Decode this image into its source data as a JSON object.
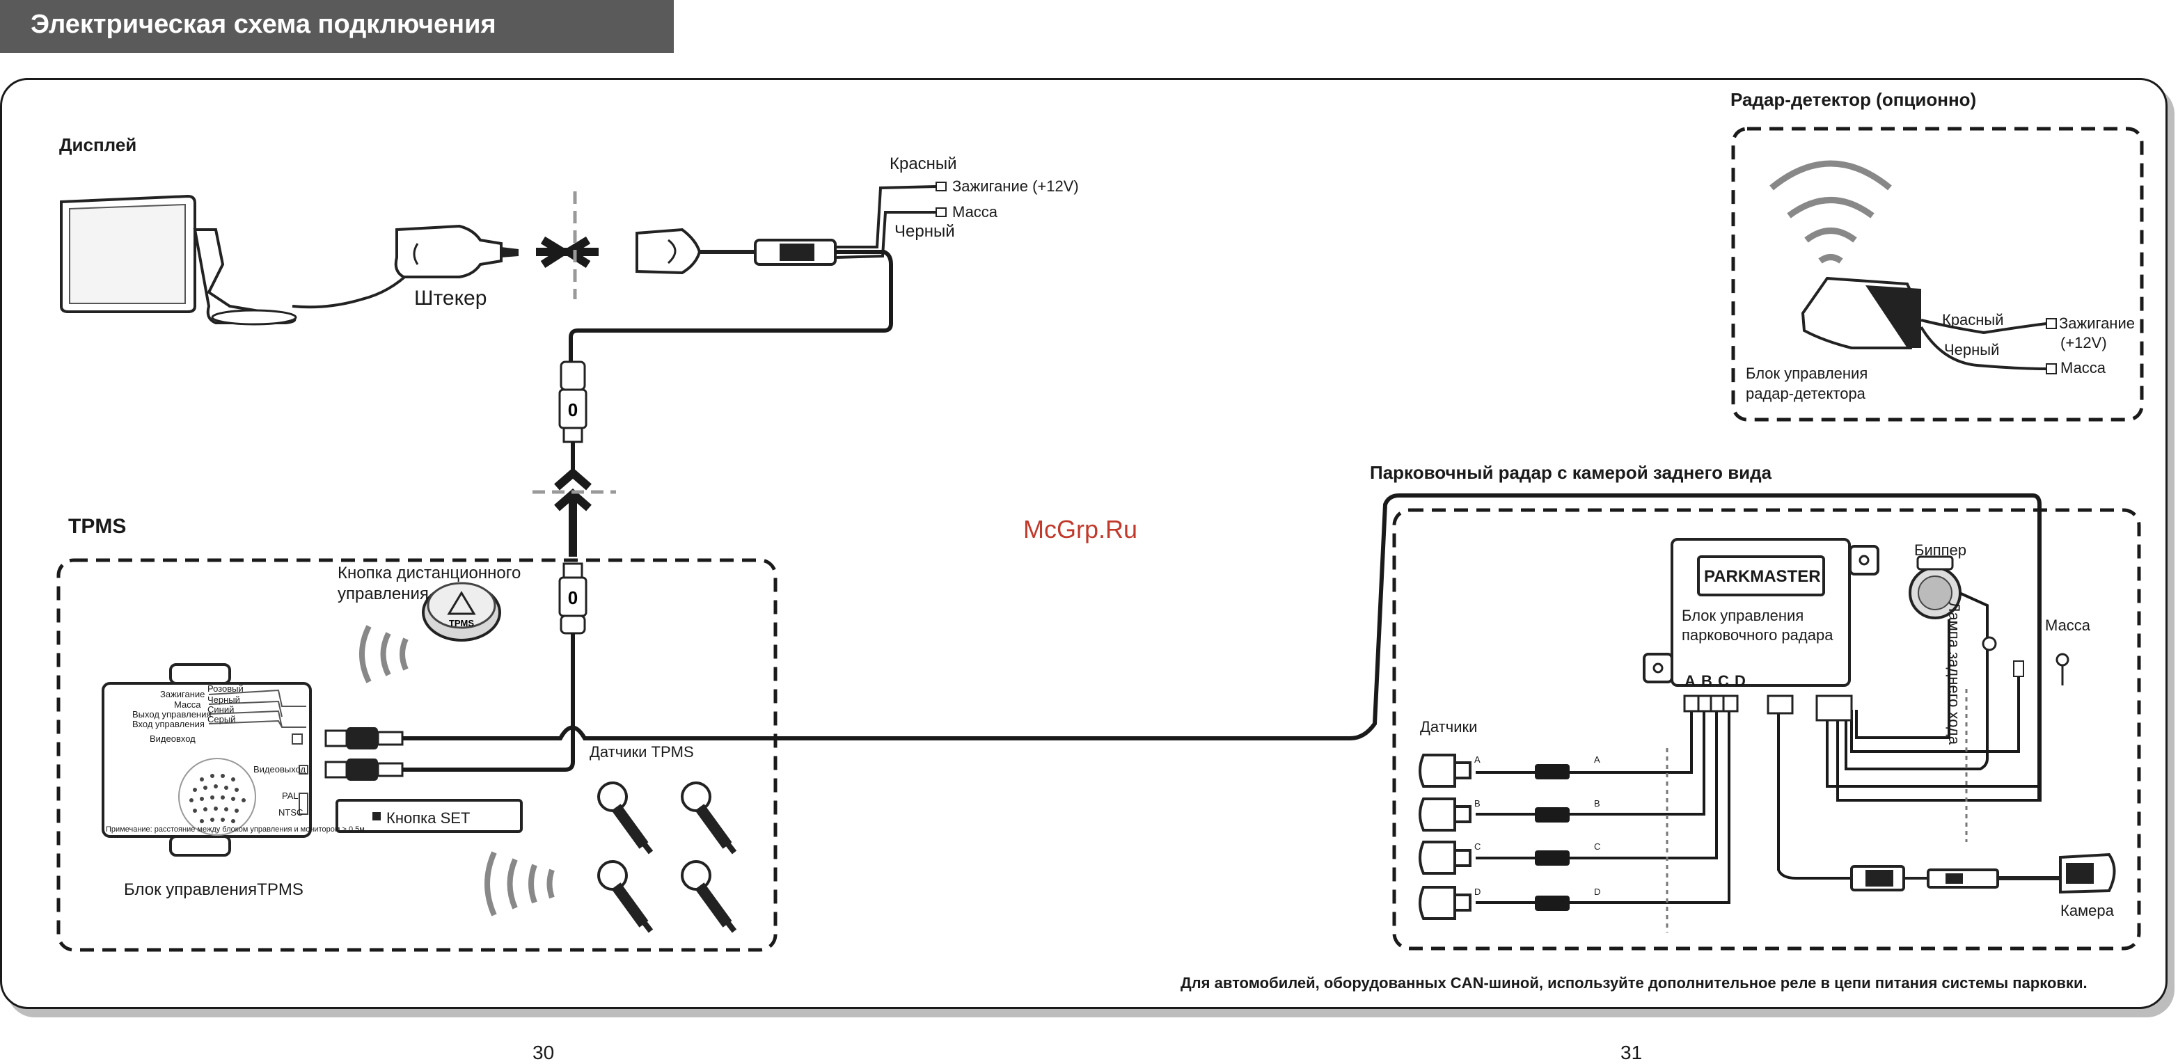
{
  "header": {
    "title": "Электрическая схема подключения"
  },
  "display": {
    "title": "Дисплей",
    "plug_label": "Штекер"
  },
  "power": {
    "red": "Красный",
    "ignition": "Зажигание (+12V)",
    "ground": "Масса",
    "black": "Черный"
  },
  "radar_detector": {
    "title": "Радар-детектор (опционно)",
    "red": "Красный",
    "black": "Черный",
    "ignition_1": "Зажигание",
    "ignition_2": "(+12V)",
    "ground": "Масса",
    "unit_1": "Блок управления",
    "unit_2": "радар-детектора"
  },
  "tpms": {
    "title": "TPMS",
    "remote_1": "Кнопка дистанционного",
    "remote_2": "управления",
    "remote_logo": "TPMS",
    "sensors": "Датчики TPMS",
    "set_button": "Кнопка SET",
    "unit": "Блок управленияTPMS",
    "box_rows": [
      {
        "left": "Зажигание",
        "right": "Розовый"
      },
      {
        "left": "Масса",
        "right": "Черный"
      },
      {
        "left": "Выход управления",
        "right": "Синий"
      },
      {
        "left": "Вход управления",
        "right": "Серый"
      }
    ],
    "video_in": "Видеовход",
    "video_out": "Видеовыход",
    "pal": "PAL",
    "ntsc": "NTSC",
    "box_note": "Примечание: расстояние между блоком управления и монитором > 0.5м"
  },
  "parking": {
    "title": "Парковочный радар с камерой заднего вида",
    "brand": "PARKMASTER",
    "unit_1": "Блок управления",
    "unit_2": "парковочного радара",
    "ports": [
      "A",
      "B",
      "C",
      "D"
    ],
    "beeper": "Биппер",
    "reverse_lamp": "Лампа заднего хода",
    "ground": "Масса",
    "sensors": "Датчики",
    "sensor_letters": [
      "A",
      "B",
      "C",
      "D"
    ],
    "camera": "Камера"
  },
  "watermark": "McGrp.Ru",
  "footer_note": "Для автомобилей, оборудованных CAN-шиной, используйте дополнительное реле в цепи питания системы парковки.",
  "page_numbers": {
    "left": "30",
    "right": "31"
  }
}
